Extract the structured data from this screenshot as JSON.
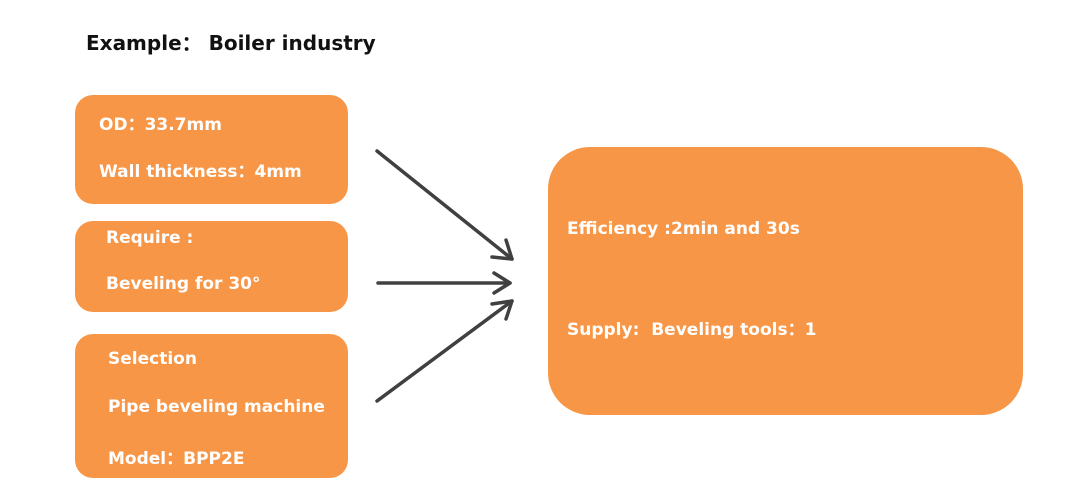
{
  "title": "Example： Boiler industry",
  "inputs": {
    "od_line": "OD：33.7mm",
    "wall_line": "Wall thickness：4mm",
    "require_line": "Require :",
    "beveling_line": "Beveling for 30°",
    "selection_line": "Selection",
    "machine_line": "Pipe beveling machine",
    "model_line": "Model：BPP2E"
  },
  "result": {
    "efficiency_line": "Efficiency :2min and 30s",
    "supply_line": "Supply:  Beveling tools：1"
  },
  "colors": {
    "box_fill": "#f79646",
    "box_text": "#ffffff",
    "arrow": "#404040"
  }
}
